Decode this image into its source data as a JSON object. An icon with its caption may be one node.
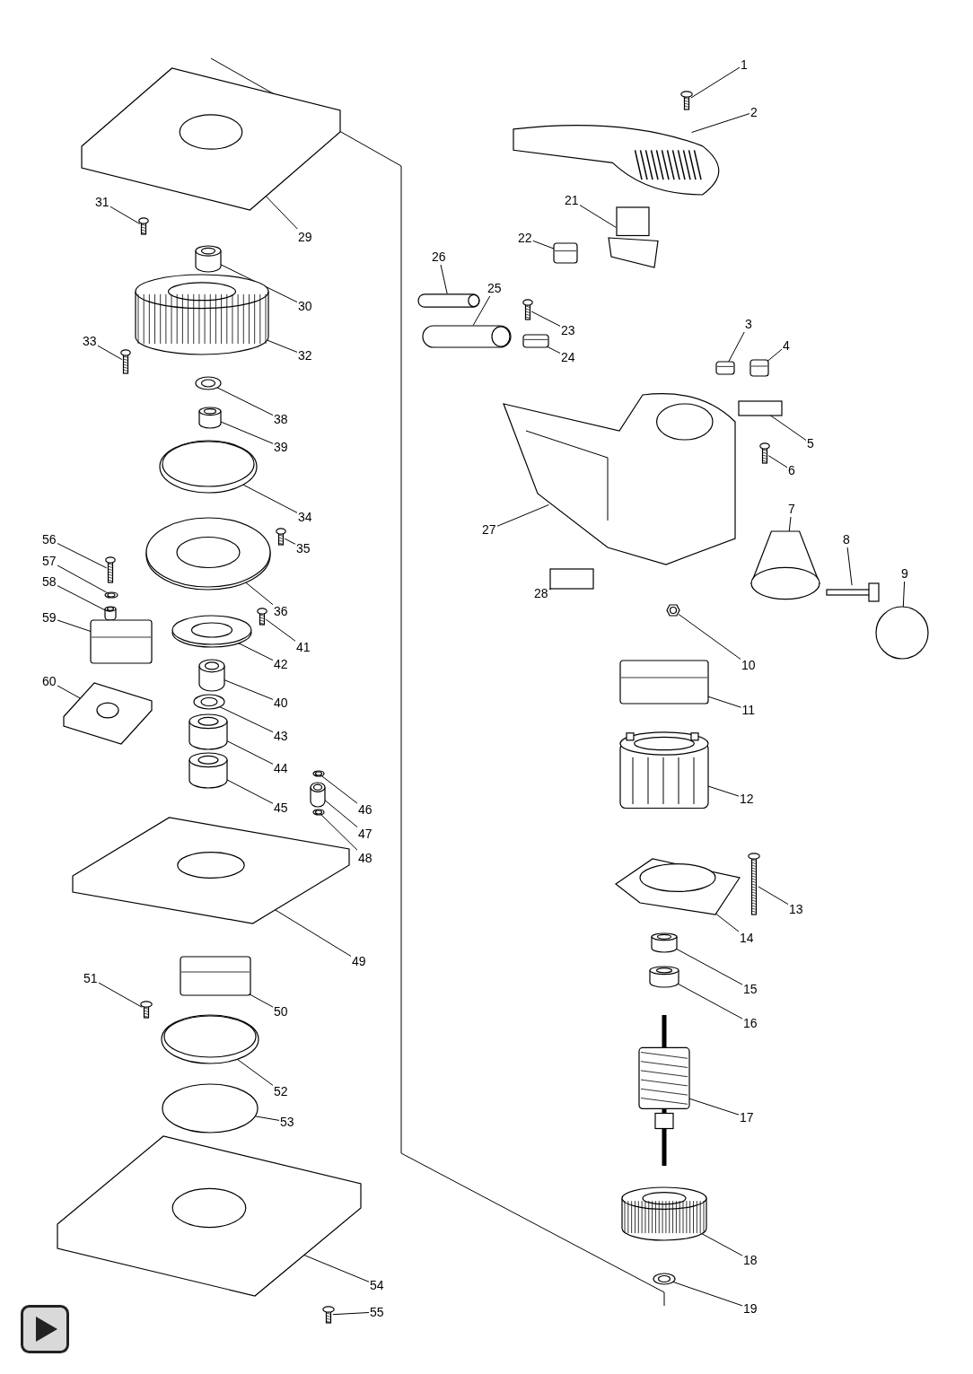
{
  "diagram": {
    "nodes": [
      {
        "text": [
          "1"
        ]
      },
      {
        "text": [
          "2"
        ]
      },
      {
        "text": [
          "3"
        ]
      },
      {
        "text": [
          "4"
        ]
      },
      {
        "text": [
          "5"
        ]
      },
      {
        "text": [
          "6"
        ]
      },
      {
        "text": [
          "7"
        ]
      },
      {
        "text": [
          "8"
        ]
      },
      {
        "text": [
          "9"
        ]
      },
      {
        "text": [
          "10"
        ]
      },
      {
        "text": [
          "11"
        ]
      },
      {
        "text": [
          "12"
        ]
      },
      {
        "text": [
          "13"
        ]
      },
      {
        "text": [
          "14"
        ]
      },
      {
        "text": [
          "15"
        ]
      },
      {
        "text": [
          "16"
        ]
      },
      {
        "text": [
          "17"
        ]
      },
      {
        "text": [
          "18"
        ]
      },
      {
        "text": [
          "19"
        ]
      },
      {
        "text": [
          "21"
        ]
      },
      {
        "text": [
          "22"
        ]
      },
      {
        "text": [
          "23"
        ]
      },
      {
        "text": [
          "24"
        ]
      },
      {
        "text": [
          "25"
        ]
      },
      {
        "text": [
          "26"
        ]
      },
      {
        "text": [
          "27"
        ]
      },
      {
        "text": [
          "28"
        ]
      },
      {
        "text": [
          "29"
        ]
      },
      {
        "text": [
          "30"
        ]
      },
      {
        "text": [
          "31"
        ]
      },
      {
        "text": [
          "32"
        ]
      },
      {
        "text": [
          "33"
        ]
      },
      {
        "text": [
          "34"
        ]
      },
      {
        "text": [
          "35"
        ]
      },
      {
        "text": [
          "36"
        ]
      },
      {
        "text": [
          "38"
        ]
      },
      {
        "text": [
          "39"
        ]
      },
      {
        "text": [
          "40"
        ]
      },
      {
        "text": [
          "41"
        ]
      },
      {
        "text": [
          "42"
        ]
      },
      {
        "text": [
          "43"
        ]
      },
      {
        "text": [
          "44"
        ]
      },
      {
        "text": [
          "45"
        ]
      },
      {
        "text": [
          "46"
        ]
      },
      {
        "text": [
          "47"
        ]
      },
      {
        "text": [
          "48"
        ]
      },
      {
        "text": [
          "49"
        ]
      },
      {
        "text": [
          "50"
        ]
      },
      {
        "text": [
          "51"
        ]
      },
      {
        "text": [
          "52"
        ]
      },
      {
        "text": [
          "53"
        ]
      },
      {
        "text": [
          "54"
        ]
      },
      {
        "text": [
          "55"
        ]
      },
      {
        "text": [
          "56"
        ]
      },
      {
        "text": [
          "57"
        ]
      },
      {
        "text": [
          "58"
        ]
      },
      {
        "text": [
          "59"
        ]
      },
      {
        "text": [
          "60"
        ]
      },
      {
        "text": [],
        "shape": "picture"
      },
      {
        "text": [],
        "shape": "picture"
      },
      {
        "text": [],
        "shape": "picture"
      },
      {
        "text": [],
        "shape": "picture"
      },
      {
        "text": [],
        "shape": "box"
      },
      {
        "text": [],
        "shape": "picture"
      },
      {
        "text": [],
        "shape": "picture"
      },
      {
        "text": [],
        "shape": "picture"
      },
      {
        "text": [],
        "shape": "circle"
      },
      {
        "text": [],
        "shape": "picture"
      },
      {
        "text": [],
        "shape": "picture"
      },
      {
        "text": [],
        "shape": "picture"
      },
      {
        "text": [],
        "shape": "picture"
      },
      {
        "text": [],
        "shape": "picture"
      },
      {
        "text": [],
        "shape": "cylinder"
      },
      {
        "text": [],
        "shape": "cylinder"
      },
      {
        "text": [],
        "shape": "picture"
      },
      {
        "text": [],
        "shape": "picture"
      },
      {
        "text": [],
        "shape": "picture"
      },
      {
        "text": [],
        "shape": "picture"
      },
      {
        "text": [],
        "shape": "picture"
      },
      {
        "text": [],
        "shape": "picture"
      },
      {
        "text": [],
        "shape": "picture"
      },
      {
        "text": [],
        "shape": "picture"
      },
      {
        "text": [],
        "shape": "picture"
      },
      {
        "text": [],
        "shape": "picture"
      },
      {
        "text": [],
        "shape": "box"
      },
      {
        "text": [],
        "shape": "picture"
      },
      {
        "text": [],
        "shape": "cylinder"
      },
      {
        "text": [],
        "shape": "picture"
      },
      {
        "text": [],
        "shape": "picture"
      },
      {
        "text": [],
        "shape": "picture"
      },
      {
        "text": [],
        "shape": "picture"
      },
      {
        "text": [],
        "shape": "picture"
      },
      {
        "text": [],
        "shape": "picture"
      },
      {
        "text": [],
        "shape": "picture"
      },
      {
        "text": [],
        "shape": "cylinder"
      },
      {
        "text": [],
        "shape": "cylinder"
      },
      {
        "text": [],
        "shape": "picture"
      },
      {
        "text": [],
        "shape": "picture"
      },
      {
        "text": [],
        "shape": "picture"
      },
      {
        "text": [],
        "shape": "cylinder"
      },
      {
        "text": [],
        "shape": "cylinder"
      },
      {
        "text": [],
        "shape": "picture"
      },
      {
        "text": [],
        "shape": "cylinder"
      },
      {
        "text": [],
        "shape": "picture"
      },
      {
        "text": [],
        "shape": "picture"
      },
      {
        "text": [],
        "shape": "picture"
      },
      {
        "text": [],
        "shape": "picture"
      },
      {
        "text": [],
        "shape": "picture"
      },
      {
        "text": [],
        "shape": "circle"
      },
      {
        "text": [],
        "shape": "picture"
      },
      {
        "text": [],
        "shape": "picture"
      },
      {
        "text": [],
        "shape": "picture"
      },
      {
        "text": [],
        "shape": "picture"
      },
      {
        "text": [],
        "shape": "cylinder"
      },
      {
        "text": [],
        "shape": "picture"
      },
      {
        "text": [],
        "shape": "picture"
      }
    ],
    "edges": [
      {
        "from": 0,
        "to": 58,
        "arrow": "none"
      },
      {
        "from": 1,
        "to": 59,
        "arrow": "none"
      },
      {
        "from": 2,
        "to": 60,
        "arrow": "none"
      },
      {
        "from": 3,
        "to": 61,
        "arrow": "none"
      },
      {
        "from": 4,
        "to": 62,
        "arrow": "none"
      },
      {
        "from": 5,
        "to": 63,
        "arrow": "none"
      },
      {
        "from": 6,
        "to": 64,
        "arrow": "none"
      },
      {
        "from": 7,
        "to": 65,
        "arrow": "none"
      },
      {
        "from": 8,
        "to": 66,
        "arrow": "none"
      },
      {
        "from": 9,
        "to": 67,
        "arrow": "none"
      },
      {
        "from": 10,
        "to": 68,
        "arrow": "none"
      },
      {
        "from": 11,
        "to": 69,
        "arrow": "none"
      },
      {
        "from": 12,
        "to": 70,
        "arrow": "none"
      },
      {
        "from": 13,
        "to": 71,
        "arrow": "none"
      },
      {
        "from": 14,
        "to": 72,
        "arrow": "none"
      },
      {
        "from": 15,
        "to": 73,
        "arrow": "none"
      },
      {
        "from": 16,
        "to": 74,
        "arrow": "none"
      },
      {
        "from": 17,
        "to": 75,
        "arrow": "none"
      },
      {
        "from": 18,
        "to": 76,
        "arrow": "none"
      },
      {
        "from": 19,
        "to": 77,
        "arrow": "none"
      },
      {
        "from": 20,
        "to": 78,
        "arrow": "none"
      },
      {
        "from": 21,
        "to": 79,
        "arrow": "none"
      },
      {
        "from": 22,
        "to": 80,
        "arrow": "none"
      },
      {
        "from": 23,
        "to": 81,
        "arrow": "none"
      },
      {
        "from": 24,
        "to": 82,
        "arrow": "none"
      },
      {
        "from": 25,
        "to": 83,
        "arrow": "none"
      },
      {
        "from": 26,
        "to": 84,
        "arrow": "none"
      },
      {
        "from": 27,
        "to": 85,
        "arrow": "none"
      },
      {
        "from": 28,
        "to": 86,
        "arrow": "none"
      },
      {
        "from": 29,
        "to": 87,
        "arrow": "none"
      },
      {
        "from": 30,
        "to": 88,
        "arrow": "none"
      },
      {
        "from": 31,
        "to": 89,
        "arrow": "none"
      },
      {
        "from": 32,
        "to": 90,
        "arrow": "none"
      },
      {
        "from": 33,
        "to": 91,
        "arrow": "none"
      },
      {
        "from": 34,
        "to": 92,
        "arrow": "none"
      },
      {
        "from": 35,
        "to": 93,
        "arrow": "none"
      },
      {
        "from": 36,
        "to": 94,
        "arrow": "none"
      },
      {
        "from": 37,
        "to": 95,
        "arrow": "none"
      },
      {
        "from": 38,
        "to": 96,
        "arrow": "none"
      },
      {
        "from": 39,
        "to": 97,
        "arrow": "none"
      },
      {
        "from": 40,
        "to": 98,
        "arrow": "none"
      },
      {
        "from": 41,
        "to": 99,
        "arrow": "none"
      },
      {
        "from": 42,
        "to": 100,
        "arrow": "none"
      },
      {
        "from": 43,
        "to": 101,
        "arrow": "none"
      },
      {
        "from": 44,
        "to": 102,
        "arrow": "none"
      },
      {
        "from": 45,
        "to": 103,
        "arrow": "none"
      },
      {
        "from": 46,
        "to": 104,
        "arrow": "none"
      },
      {
        "from": 47,
        "to": 105,
        "arrow": "none"
      },
      {
        "from": 48,
        "to": 106,
        "arrow": "none"
      },
      {
        "from": 49,
        "to": 107,
        "arrow": "none"
      },
      {
        "from": 50,
        "to": 108,
        "arrow": "none"
      },
      {
        "from": 51,
        "to": 109,
        "arrow": "none"
      },
      {
        "from": 52,
        "to": 110,
        "arrow": "none"
      },
      {
        "from": 53,
        "to": 111,
        "arrow": "none"
      },
      {
        "from": 54,
        "to": 112,
        "arrow": "none"
      },
      {
        "from": 55,
        "to": 113,
        "arrow": "none"
      },
      {
        "from": 56,
        "to": 114,
        "arrow": "none"
      },
      {
        "from": 57,
        "to": 115,
        "arrow": "none"
      }
    ]
  }
}
